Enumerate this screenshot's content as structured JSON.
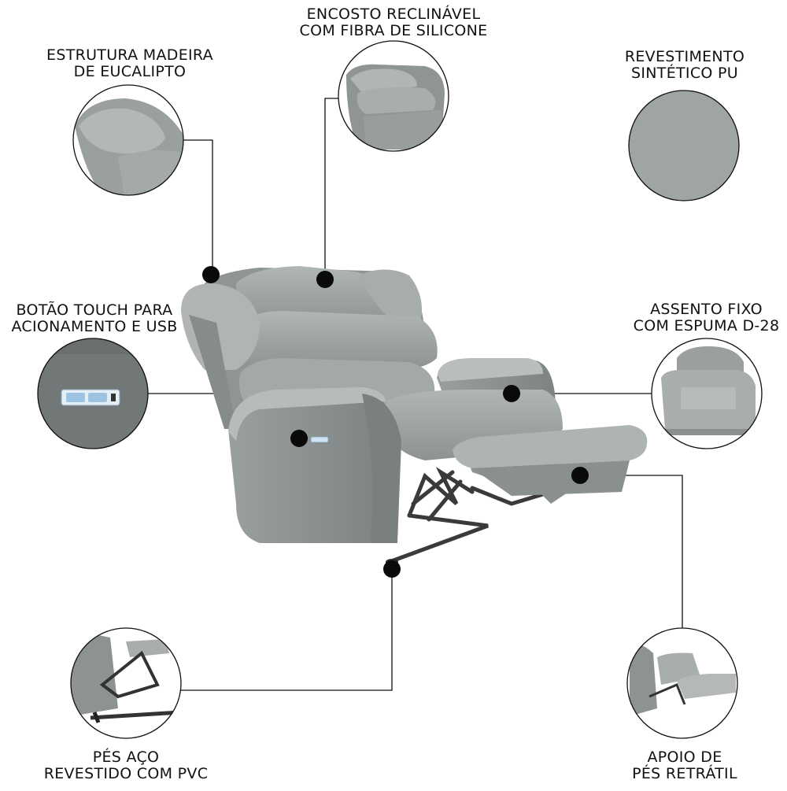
{
  "features": [
    {
      "id": "frame",
      "lines": [
        "ESTRUTURA MADEIRA",
        "DE EUCALIPTO"
      ]
    },
    {
      "id": "backrest",
      "lines": [
        "ENCOSTO RECLINÁVEL",
        "COM FIBRA DE SILICONE"
      ]
    },
    {
      "id": "upholstery",
      "lines": [
        "REVESTIMENTO",
        "SINTÉTICO PU"
      ]
    },
    {
      "id": "button",
      "lines": [
        "BOTÃO TOUCH PARA",
        "ACIONAMENTO E USB"
      ]
    },
    {
      "id": "seat",
      "lines": [
        "ASSENTO FIXO",
        "COM ESPUMA D-28"
      ]
    },
    {
      "id": "feet",
      "lines": [
        "PÉS AÇO",
        "REVESTIDO COM PVC"
      ]
    },
    {
      "id": "footrest",
      "lines": [
        "APOIO DE",
        "PÉS RETRÁTIL"
      ]
    }
  ],
  "colors": {
    "fabric": "#9ea3a3",
    "fabric_dark": "#7f8484",
    "fabric_light": "#b4b8b8",
    "metal": "#3a3a3a",
    "line": "#111111",
    "background": "#ffffff"
  },
  "icons": [
    "usb-port-icon",
    "touch-button-icon"
  ]
}
